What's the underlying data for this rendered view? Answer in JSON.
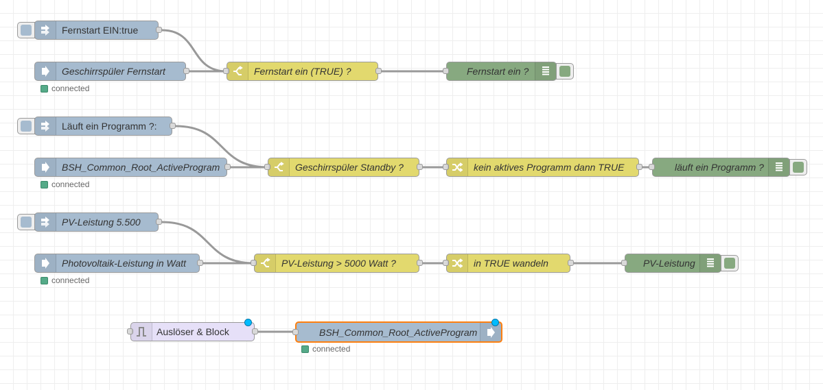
{
  "flow": {
    "row1": {
      "inject": {
        "label": "Fernstart EIN:true",
        "icon": "inject-arrows-icon"
      },
      "mqtt_in": {
        "label": "Geschirrspüler Fernstart",
        "status": "connected",
        "icon": "bridge-arrow-icon"
      },
      "switch": {
        "label": "Fernstart ein (TRUE) ?",
        "icon": "switch-icon"
      },
      "debug": {
        "label": "Fernstart ein ?",
        "icon": "debug-list-icon"
      }
    },
    "row2": {
      "inject": {
        "label": "Läuft ein Programm ?:",
        "icon": "inject-arrows-icon"
      },
      "mqtt_in": {
        "label": "BSH_Common_Root_ActiveProgram",
        "status": "connected",
        "icon": "bridge-arrow-icon"
      },
      "switch": {
        "label": "Geschirrspüler Standby ?",
        "icon": "switch-icon"
      },
      "change": {
        "label": "kein aktives Programm dann TRUE",
        "icon": "shuffle-icon"
      },
      "debug": {
        "label": "läuft ein Programm ?",
        "icon": "debug-list-icon"
      }
    },
    "row3": {
      "inject": {
        "label": "PV-Leistung 5.500",
        "icon": "inject-arrows-icon"
      },
      "mqtt_in": {
        "label": "Photovoltaik-Leistung in Watt",
        "status": "connected",
        "icon": "bridge-arrow-icon"
      },
      "switch": {
        "label": "PV-Leistung > 5000 Watt ?",
        "icon": "switch-icon"
      },
      "change": {
        "label": "in TRUE wandeln",
        "icon": "shuffle-icon"
      },
      "debug": {
        "label": "PV-Leistung",
        "icon": "debug-list-icon"
      }
    },
    "row4": {
      "trigger": {
        "label": "Auslöser & Block",
        "icon": "trigger-pulse-icon"
      },
      "mqtt_out": {
        "label": "BSH_Common_Root_ActiveProgram",
        "status": "connected",
        "icon": "bridge-arrow-icon"
      }
    }
  },
  "colors": {
    "inject": "#a6bbcf",
    "mqtt": "#a6bbcf",
    "function": "#e2d96e",
    "debug": "#87a980",
    "trigger": "#e6e0f8",
    "selected_border": "#ff7f0e",
    "changed_marker": "#00bcff",
    "status_connected": "#55aa88"
  }
}
